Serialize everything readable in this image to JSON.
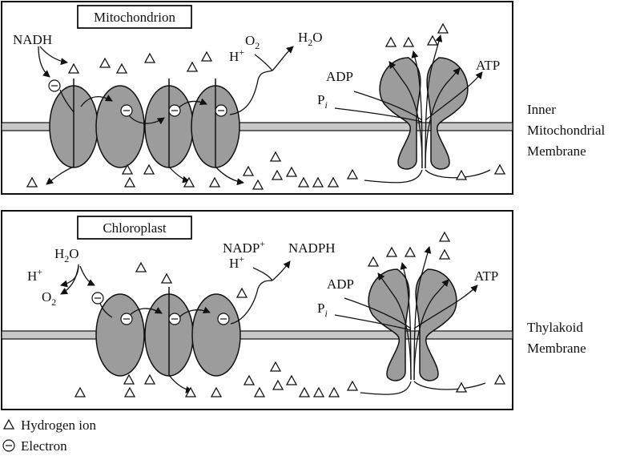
{
  "panels": {
    "mito": {
      "title": "Mitochondrion",
      "side_label": [
        "Inner",
        "Mitochondrial",
        "Membrane"
      ],
      "nadh": "NADH",
      "h_plus": "H",
      "h_plus_sup": "+",
      "o2": "O",
      "o2_sub": "2",
      "h2o": "H",
      "h2o_sub": "2",
      "h2o_end": "O",
      "adp": "ADP",
      "pi": "P",
      "pi_sub": "i",
      "atp": "ATP"
    },
    "chloro": {
      "title": "Chloroplast",
      "side_label": [
        "Thylakoid",
        "Membrane"
      ],
      "h2o": "H",
      "h2o_sub": "2",
      "h2o_end": "O",
      "h_plus": "H",
      "h_plus_sup": "+",
      "o2": "O",
      "o2_sub": "2",
      "nadp": "NADP",
      "nadp_sup": "+",
      "h_plus2": "H",
      "h_plus2_sup": "+",
      "nadph": "NADPH",
      "adp": "ADP",
      "pi": "P",
      "pi_sub": "i",
      "atp": "ATP"
    }
  },
  "legend": {
    "hydrogen_ion": "Hydrogen ion",
    "electron": "Electron"
  }
}
